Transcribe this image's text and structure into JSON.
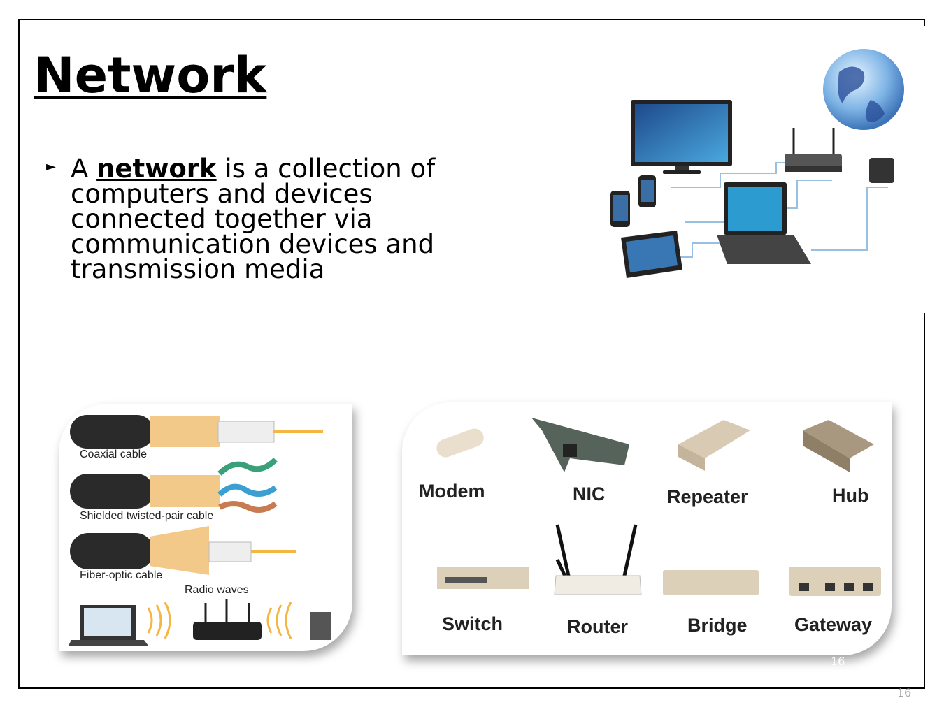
{
  "slide": {
    "title": "Network",
    "body_prefix": "A ",
    "body_keyword": "network",
    "body_suffix": " is a collection of computers and devices connected together via communication devices and transmission media",
    "bullet_icon": "triangle-bullet-icon",
    "page_number_inner": "16",
    "page_number_outer": "16"
  },
  "media_panel": {
    "coaxial": "Coaxial cable",
    "twisted": "Shielded twisted-pair cable",
    "fiber": "Fiber-optic cable",
    "radio": "Radio waves"
  },
  "devices_panel": {
    "items": [
      "Modem",
      "NIC",
      "Repeater",
      "Hub",
      "Switch",
      "Router",
      "Bridge",
      "Gateway"
    ]
  },
  "colors": {
    "cable_outer": "#2a2a2a",
    "cable_braid": "#f3c98a",
    "fiber_core": "#f5b642",
    "device_beige": "#d9cbb3"
  }
}
